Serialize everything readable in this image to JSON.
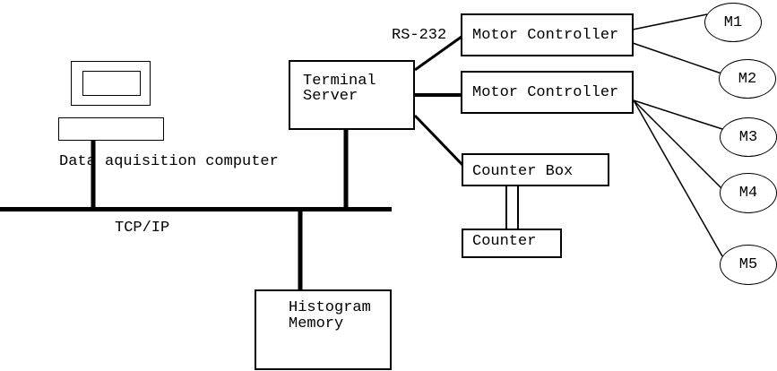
{
  "colors": {
    "line": "#000000",
    "text": "#000000",
    "background": "#ffffff"
  },
  "labels": {
    "computer": "Data aquisition computer",
    "bus": "TCP/IP",
    "serial": "RS-232"
  },
  "nodes": {
    "terminal_server": {
      "line1": "Terminal",
      "line2": "Server"
    },
    "motor_controller_1": {
      "label": "Motor Controller"
    },
    "motor_controller_2": {
      "label": "Motor Controller"
    },
    "counter_box": {
      "label": "Counter Box"
    },
    "counter": {
      "label": "Counter"
    },
    "histogram_memory": {
      "line1": "Histogram",
      "line2": "Memory"
    }
  },
  "motors": [
    {
      "label": "M1"
    },
    {
      "label": "M2"
    },
    {
      "label": "M3"
    },
    {
      "label": "M4"
    },
    {
      "label": "M5"
    }
  ]
}
